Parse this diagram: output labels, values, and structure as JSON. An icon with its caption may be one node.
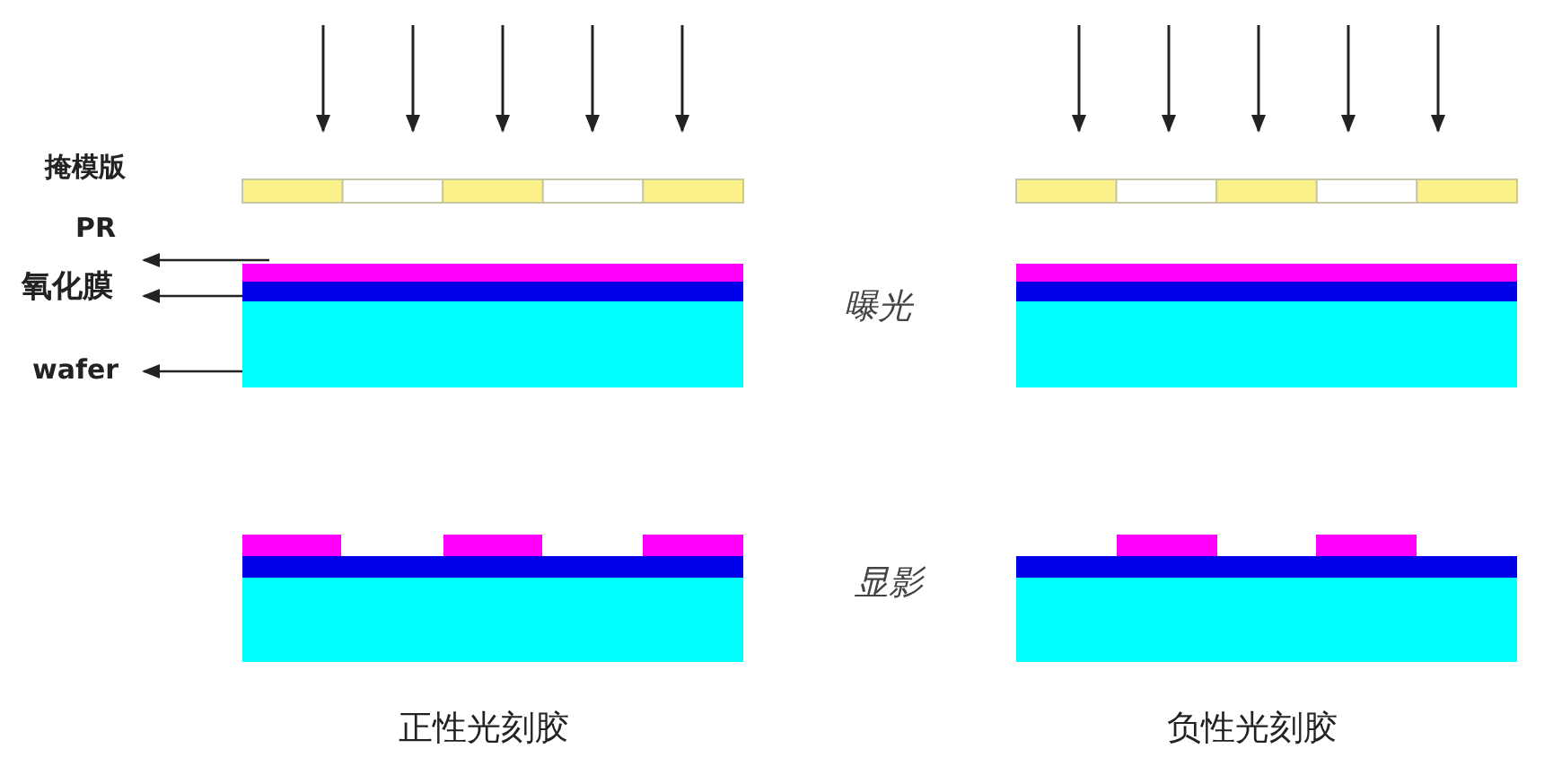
{
  "diagram": {
    "nodes": [
      {
        "text": [
          "PR"
        ]
      },
      {
        "text": [
          "氧化膜"
        ]
      },
      {
        "text": [
          "wafer"
        ]
      },
      {
        "text": [],
        "shape": "bar"
      },
      {
        "text": [],
        "shape": "bar"
      },
      {
        "text": [],
        "shape": "bar"
      }
    ],
    "edges": [
      {
        "from": 3,
        "to": 0,
        "arrow": "to"
      },
      {
        "from": 4,
        "to": 1,
        "arrow": "to"
      },
      {
        "from": 5,
        "to": 2,
        "arrow": "to"
      }
    ],
    "labels": [
      "掩模版",
      "曝光",
      "显影",
      "正性光刻胶",
      "负性光刻胶"
    ]
  }
}
